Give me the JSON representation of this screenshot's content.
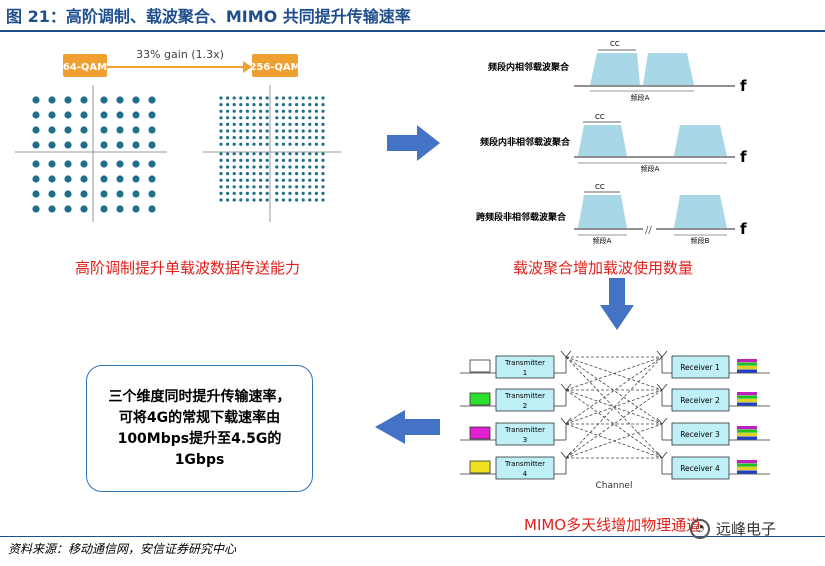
{
  "header": {
    "title": "图 21：高阶调制、载波聚合、MIMO 共同提升传输速率"
  },
  "qam": {
    "from_label": "64-QAM",
    "to_label": "256-QAM",
    "gain_label": "33% gain (1.3x)",
    "caption": "高阶调制提升单载波数据传送能力"
  },
  "carrier_agg": {
    "rows": [
      {
        "label": "频段内相邻载波聚合",
        "band_labels": [
          "频段A"
        ]
      },
      {
        "label": "频段内非相邻载波聚合",
        "band_labels": [
          "频段A"
        ]
      },
      {
        "label": "跨频段非相邻载波聚合",
        "band_labels": [
          "频段A",
          "频段B"
        ]
      }
    ],
    "cc_label": "CC",
    "axis_label": "f",
    "caption": "载波聚合增加载波使用数量"
  },
  "mimo": {
    "transmitters": [
      "Transmitter 1",
      "Transmitter 2",
      "Transmitter 3",
      "Transmitter 4"
    ],
    "receivers": [
      "Receiver 1",
      "Receiver 2",
      "Receiver 3",
      "Receiver 4"
    ],
    "channel_label": "Channel",
    "caption": "MIMO多天线增加物理通道"
  },
  "summary": {
    "line1": "三个维度同时提升传输速率，",
    "line2": "可将4G的常规下载速率由",
    "line3": "100Mbps提升至4.5G的1Gbps"
  },
  "footer": {
    "source": "资料来源：移动通信网，安信证券研究中心",
    "logo_text": "远峰电子"
  },
  "colors": {
    "accent": "#1f4e8c",
    "arrow": "#4472c4",
    "caption_red": "#e0211b",
    "qam_orange": "#f0a030",
    "dot": "#1f6f8b",
    "band": "#a8d8e8",
    "tx_fill": "#bfeff7"
  }
}
